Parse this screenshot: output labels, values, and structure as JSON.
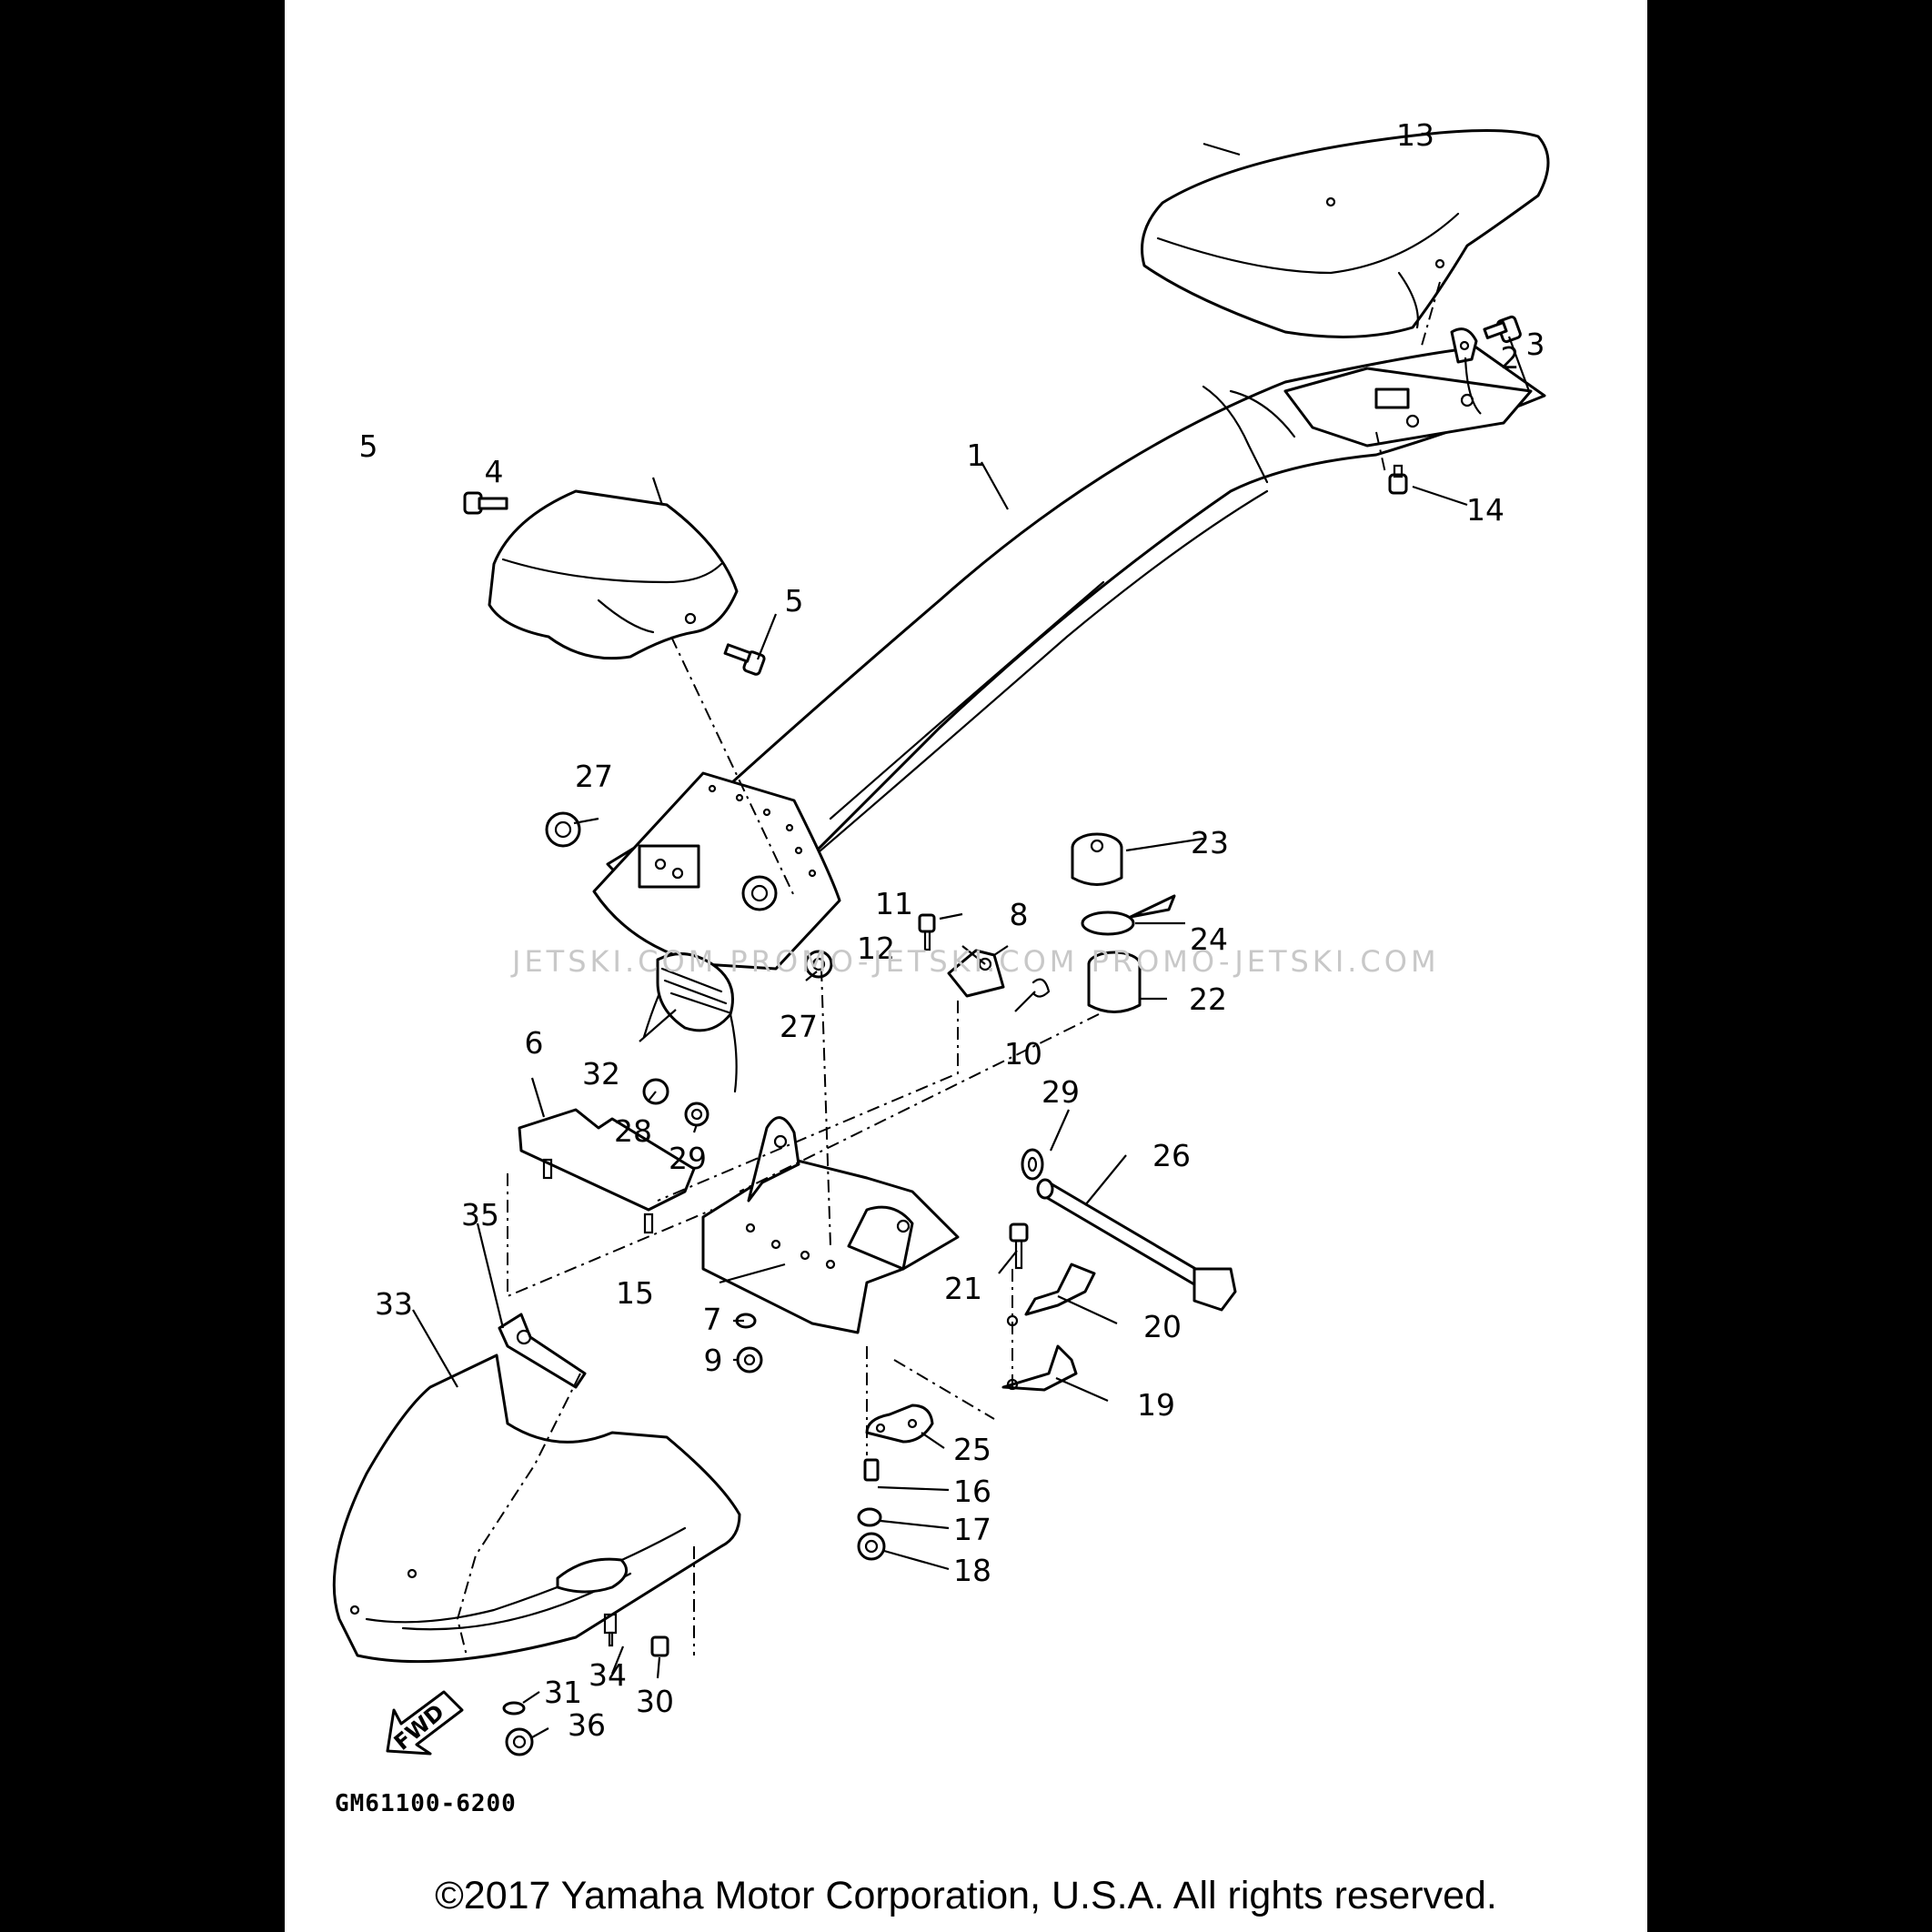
{
  "diagram": {
    "callouts": [
      "1",
      "2",
      "3",
      "4",
      "5",
      "5",
      "6",
      "7",
      "8",
      "9",
      "10",
      "11",
      "12",
      "13",
      "14",
      "15",
      "16",
      "17",
      "18",
      "19",
      "20",
      "21",
      "22",
      "23",
      "24",
      "25",
      "26",
      "27",
      "27",
      "28",
      "29",
      "29",
      "30",
      "31",
      "32",
      "33",
      "34",
      "35",
      "36"
    ],
    "direction_label": "FWD",
    "drawing_code": "GM61100-6200"
  },
  "watermark": "JETSKI.COM  PROMO-JETSKI.COM  PROMO-JETSKI.COM",
  "footer": {
    "copyright": "©2017 Yamaha Motor Corporation, U.S.A. All rights reserved."
  }
}
